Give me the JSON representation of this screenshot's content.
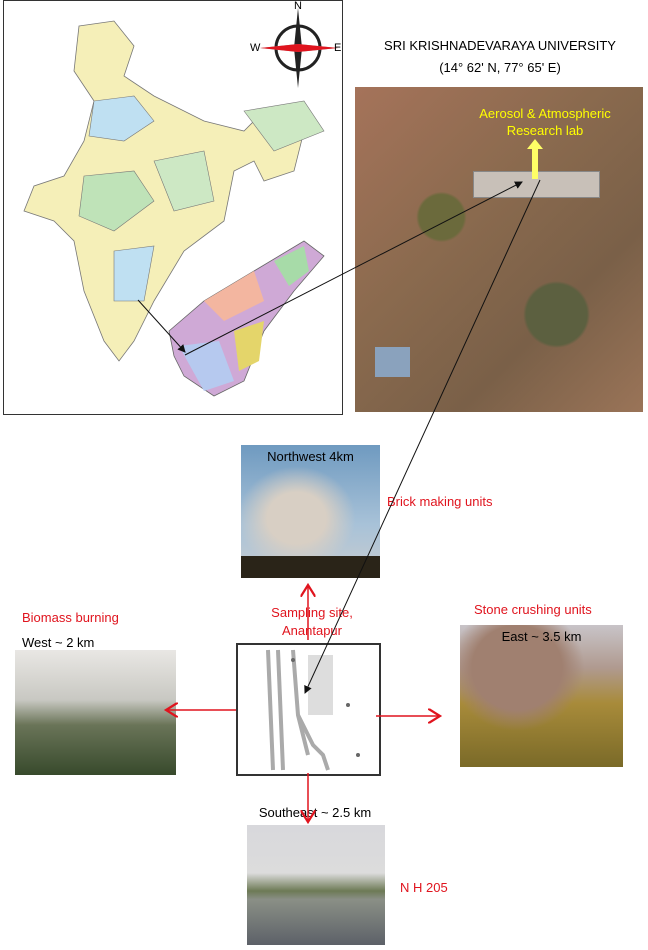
{
  "compass": {
    "n": "N",
    "e": "E",
    "w": "W"
  },
  "university": {
    "name": "SRI KRISHNADEVARAYA UNIVERSITY",
    "coords": "(14° 62' N, 77° 65' E)"
  },
  "satellite": {
    "label_line1": "Aerosol & Atmospheric",
    "label_line2": "Research lab",
    "label_color": "#ffff00"
  },
  "sources": {
    "northwest": {
      "caption": "Northwest 4km",
      "title": "Brick making units"
    },
    "west": {
      "caption": "West ~ 2 km",
      "title": "Biomass burning"
    },
    "east": {
      "caption": "East ~ 3.5 km",
      "title": "Stone crushing units"
    },
    "southeast": {
      "caption": "Southeast ~ 2.5 km",
      "title": "N H 205"
    }
  },
  "site": {
    "line1": "Sampling site,",
    "line2": "Anantapur"
  },
  "colors": {
    "accent_red": "#e0141e"
  }
}
